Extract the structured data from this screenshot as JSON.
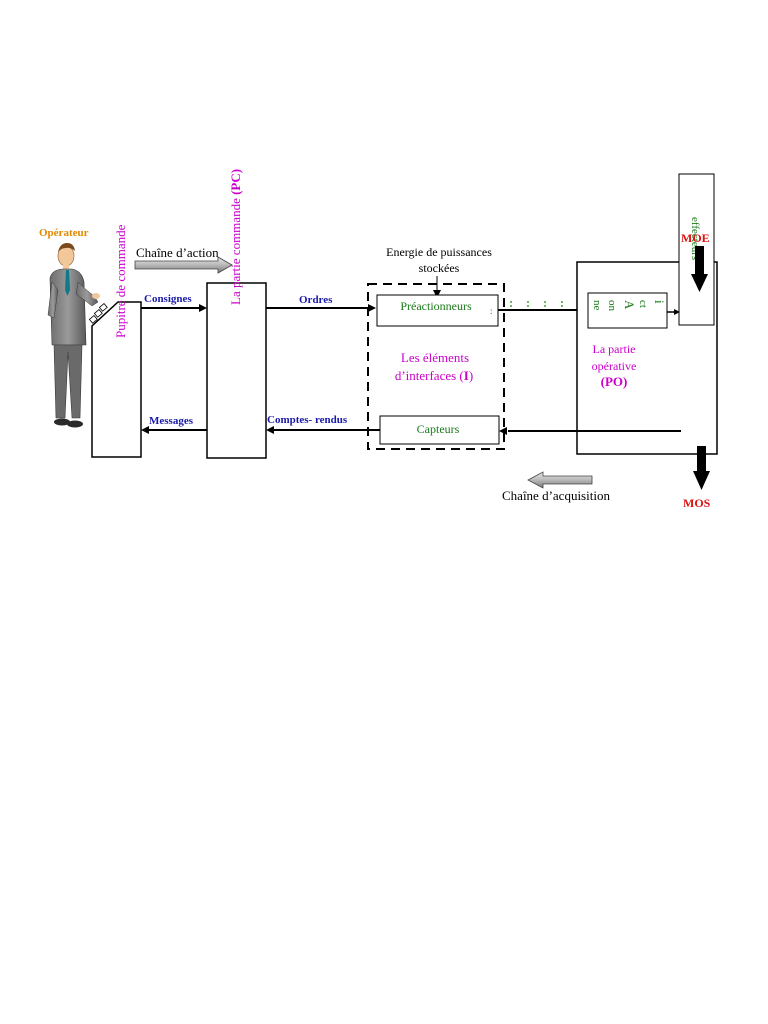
{
  "colors": {
    "magenta": "#cc00cc",
    "green": "#1a7a1a",
    "blue": "#1a1aaa",
    "orange": "#e08a00",
    "red": "#dd1111",
    "black": "#000000"
  },
  "operator": {
    "label": "Opérateur"
  },
  "desk": {
    "label": "Pupitre de commande"
  },
  "control_part": {
    "label_main": "La partie commande ",
    "label_tag": "(PC)"
  },
  "action_chain": {
    "label": "Chaîne d’action"
  },
  "acquisition_chain": {
    "label": "Chaîne d’acquisition"
  },
  "signals": {
    "consignes": "Consignes",
    "messages": "Messages",
    "ordres": "Ordres",
    "comptes_rendus": "Comptes- rendus"
  },
  "energy": {
    "line1": "Energie de puissances",
    "line2": "stockées"
  },
  "interfaces": {
    "preactionneurs": "Préactionneurs",
    "capteurs": "Capteurs",
    "label_line1": "Les éléments",
    "label_line2_main": "d’interfaces (",
    "label_line2_tag": "I",
    "label_line2_end": ")"
  },
  "actuators": {
    "lines_left": [
      "ne",
      "on",
      "A"
    ],
    "lines_right": [
      "ct",
      "i"
    ]
  },
  "operative_part": {
    "line1": "La partie",
    "line2": "opérative",
    "tag": "(PO)"
  },
  "moe": {
    "label": "MOE"
  },
  "mos": {
    "label": "MOS"
  },
  "effector": {
    "label": "effecteurs"
  }
}
